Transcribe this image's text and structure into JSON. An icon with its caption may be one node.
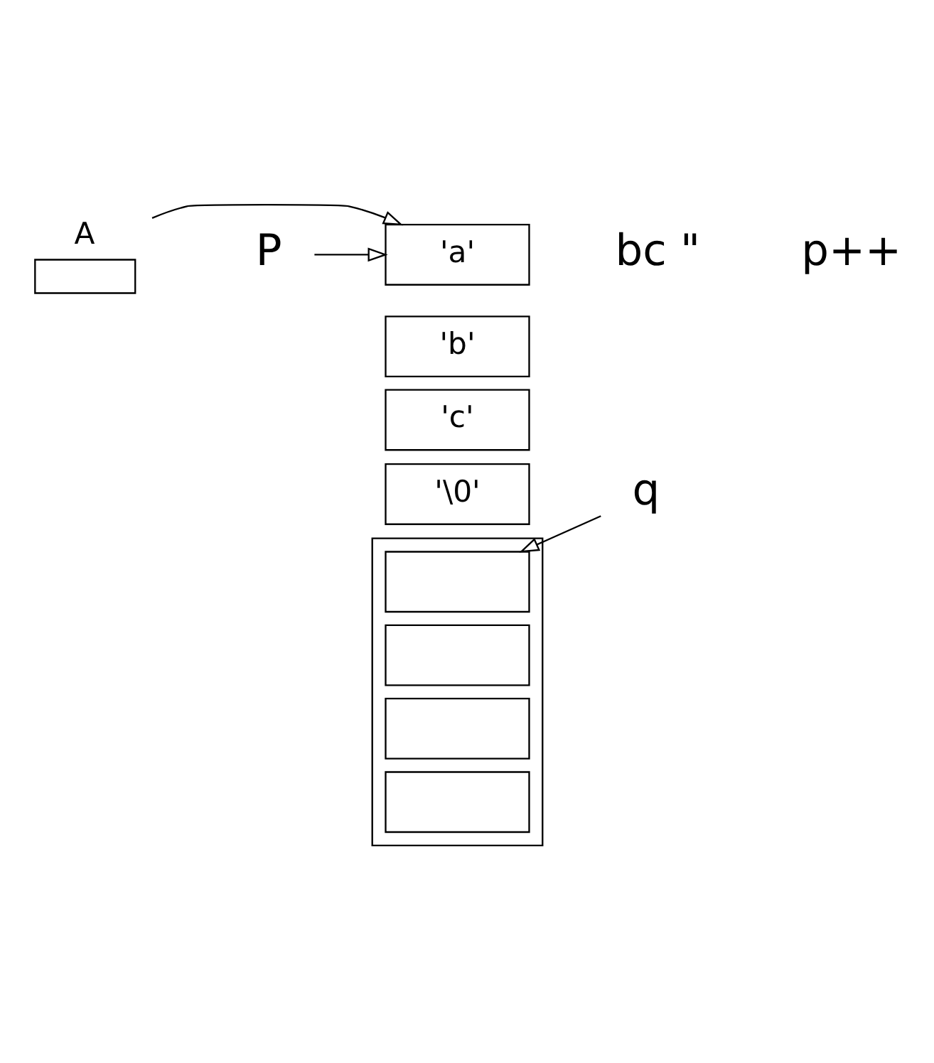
{
  "diagram": {
    "nodes": [
      {
        "text": [
          "A"
        ]
      },
      {
        "text": [
          "'a'"
        ]
      },
      {
        "text": [
          "'b'"
        ]
      },
      {
        "text": [
          "'c'"
        ]
      },
      {
        "text": [
          "'\\0'"
        ]
      },
      {
        "text": [],
        "shape": "box"
      },
      {
        "text": [],
        "shape": "box",
        "in": 5
      },
      {
        "text": [],
        "shape": "box",
        "in": 5
      },
      {
        "text": [],
        "shape": "box",
        "in": 5
      },
      {
        "text": [],
        "shape": "box",
        "in": 5
      },
      {
        "text": [
          "P"
        ]
      },
      {
        "text": [
          "q"
        ]
      }
    ],
    "edges": [
      {
        "from": 0,
        "to": 1,
        "arrow": "to"
      },
      {
        "from": 10,
        "to": 1,
        "arrow": "to"
      },
      {
        "from": 11,
        "to": 6,
        "arrow": "to"
      }
    ],
    "labels": [
      "bc \"",
      "p++"
    ]
  }
}
